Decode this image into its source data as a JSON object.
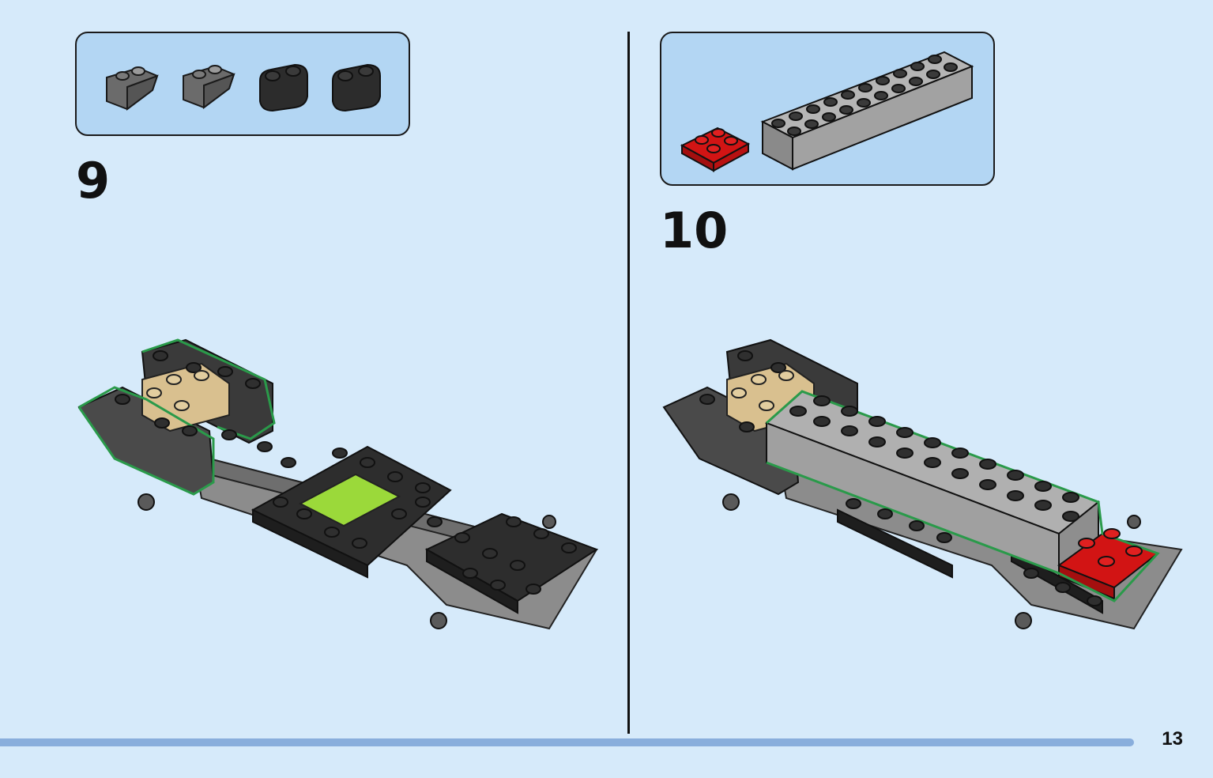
{
  "page": {
    "number": "13"
  },
  "colors": {
    "background": "#d6eafa",
    "parts_box": "#b3d6f3",
    "progress_bar": "#89aedc",
    "highlight_outline": "#2a9a4a"
  },
  "steps": [
    {
      "number": "9",
      "parts": [
        {
          "name": "slope-brick-dark-stone-grey",
          "color": "#6b6b6b"
        },
        {
          "name": "slope-brick-dark-stone-grey",
          "color": "#6b6b6b"
        },
        {
          "name": "round-corner-brick-black",
          "color": "#2c2c2c"
        },
        {
          "name": "round-corner-brick-black",
          "color": "#2c2c2c"
        }
      ]
    },
    {
      "number": "10",
      "parts": [
        {
          "name": "plate-2x2-bright-red",
          "color": "#d21414"
        },
        {
          "name": "brick-2x12-medium-stone-grey",
          "color": "#a9a9a9"
        }
      ]
    }
  ]
}
